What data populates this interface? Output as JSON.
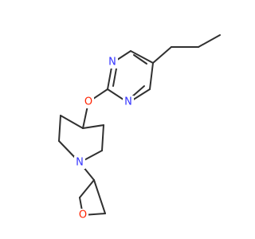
{
  "colors": {
    "background": "#ffffff",
    "bond": "#303030",
    "nitrogen": "#3333ff",
    "oxygen": "#ff2200"
  },
  "atoms": {
    "pyrimidine_n_top": {
      "label": "N",
      "element": "nitrogen"
    },
    "pyrimidine_n_bottom": {
      "label": "N",
      "element": "nitrogen"
    },
    "ether_oxygen": {
      "label": "O",
      "element": "oxygen"
    },
    "piperidine_nitrogen": {
      "label": "N",
      "element": "nitrogen"
    },
    "oxetane_oxygen": {
      "label": "O",
      "element": "oxygen"
    }
  }
}
